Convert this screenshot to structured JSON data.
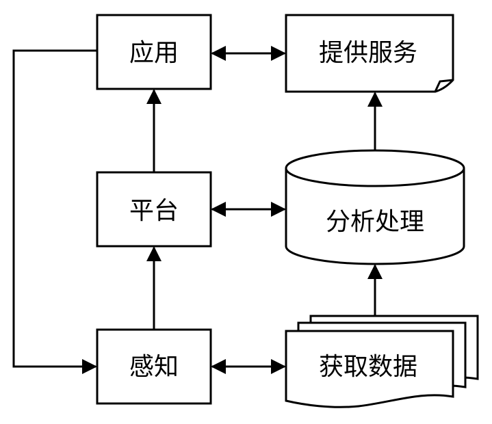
{
  "nodes": {
    "app": {
      "label": "应用"
    },
    "service": {
      "label": "提供服务"
    },
    "platform": {
      "label": "平台"
    },
    "analysis": {
      "label": "分析处理"
    },
    "sensing": {
      "label": "感知"
    },
    "data": {
      "label": "获取数据"
    }
  },
  "colors": {
    "stroke": "#000000",
    "fill": "#ffffff",
    "background": "#ffffff"
  }
}
